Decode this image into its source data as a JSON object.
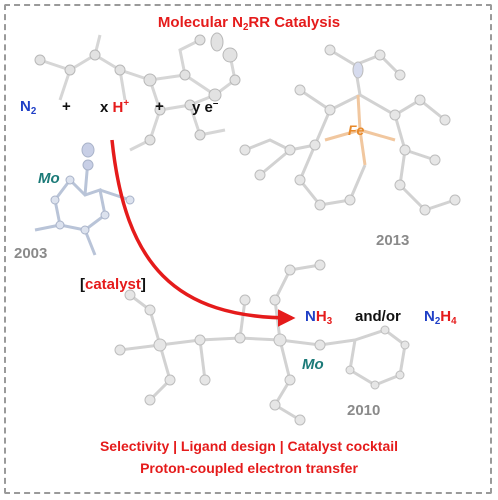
{
  "title": {
    "prefix": "Molecular N",
    "sub": "2",
    "suffix": "RR Catalysis"
  },
  "equation": {
    "n2": "N",
    "n2_sub": "2",
    "plus1": "+",
    "x": "x",
    "h": "H",
    "h_sup": "+",
    "plus2": "+",
    "y": "y e",
    "e_sup": "–"
  },
  "catalyst": {
    "open": "[",
    "word": "catalyst",
    "close": "]"
  },
  "products": {
    "n1": "N",
    "h3": "H",
    "h3_sub": "3",
    "andor": "and/or",
    "n2": "N",
    "n2_sub": "2",
    "h4": "H",
    "h4_sub": "4"
  },
  "complexes": {
    "mo_left_metal": "Mo",
    "mo_left_year": "2003",
    "fe_metal": "Fe",
    "fe_year": "2013",
    "mo_bottom_metal": "Mo",
    "mo_bottom_year": "2010"
  },
  "footer": {
    "line1": "Selectivity | Ligand design | Catalyst cocktail",
    "line2": "Proton-coupled electron transfer"
  },
  "colors": {
    "red": "#e51b1b",
    "blue": "#1f3fc6",
    "teal": "#1b7a78",
    "orange": "#e8892a",
    "gray_text": "#8a8a8a",
    "frame": "#9a9a9a"
  }
}
